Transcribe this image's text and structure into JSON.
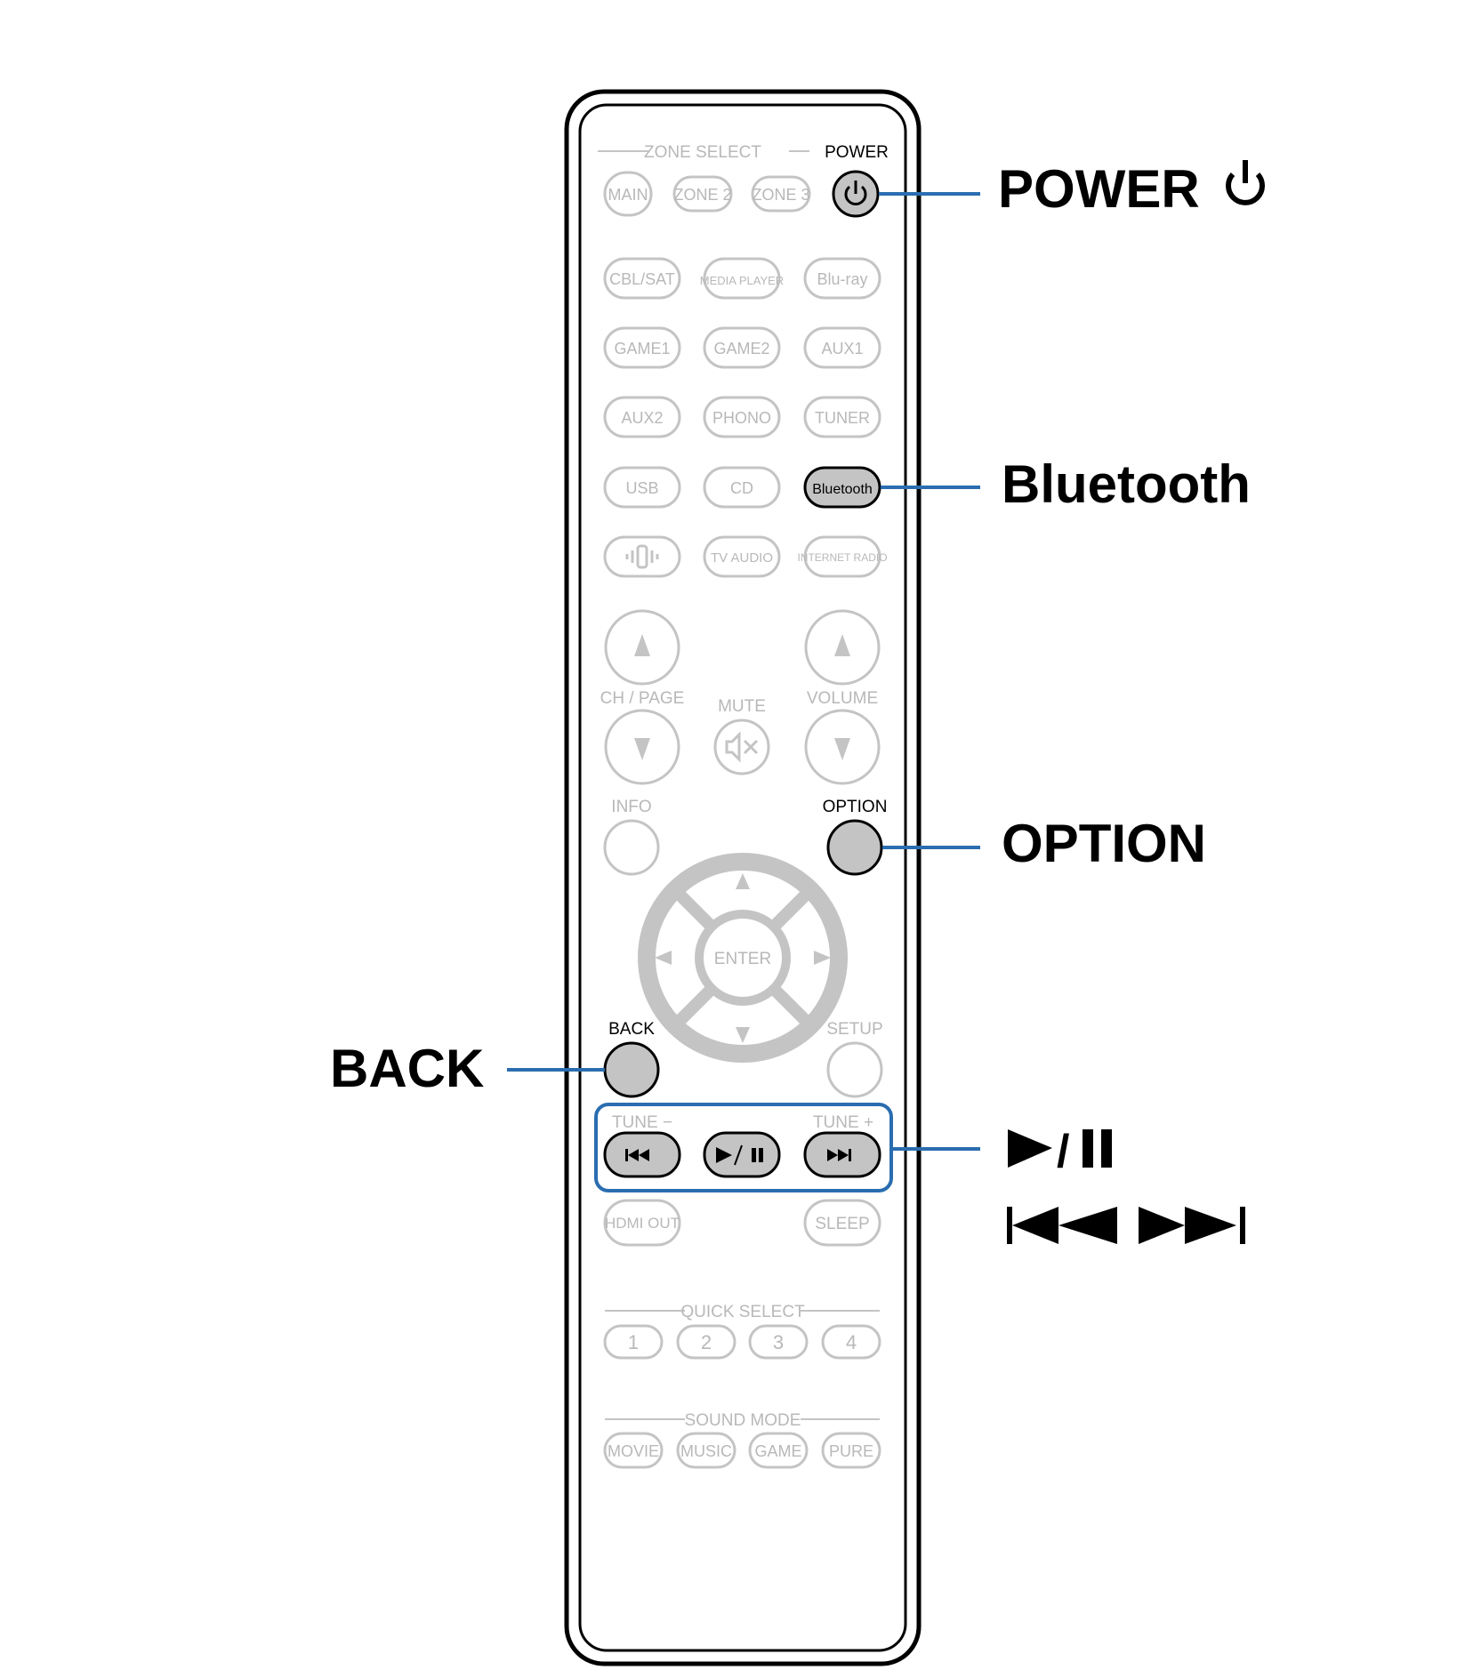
{
  "zone_select": {
    "title": "ZONE SELECT",
    "buttons": [
      "MAIN",
      "ZONE 2",
      "ZONE 3"
    ]
  },
  "power": {
    "label": "POWER"
  },
  "source_rows": [
    [
      "CBL/SAT",
      "MEDIA PLAYER",
      "Blu-ray"
    ],
    [
      "GAME1",
      "GAME2",
      "AUX1"
    ],
    [
      "AUX2",
      "PHONO",
      "TUNER"
    ],
    [
      "USB",
      "CD",
      "Bluetooth"
    ],
    [
      "",
      "TV AUDIO",
      "INTERNET RADIO"
    ]
  ],
  "volume_block": {
    "ch_page": "CH / PAGE",
    "mute": "MUTE",
    "volume": "VOLUME"
  },
  "nav": {
    "info": "INFO",
    "option": "OPTION",
    "enter": "ENTER",
    "back": "BACK",
    "setup": "SETUP"
  },
  "tune": {
    "minus": "TUNE −",
    "plus": "TUNE +"
  },
  "lower": {
    "hdmi_out": "HDMI OUT",
    "sleep": "SLEEP"
  },
  "quick_select": {
    "title": "QUICK SELECT",
    "buttons": [
      "1",
      "2",
      "3",
      "4"
    ]
  },
  "sound_mode": {
    "title": "SOUND MODE",
    "buttons": [
      "MOVIE",
      "MUSIC",
      "GAME",
      "PURE"
    ]
  },
  "callouts": {
    "power": "POWER",
    "bluetooth": "Bluetooth",
    "option": "OPTION",
    "back": "BACK",
    "play_pause": "/",
    "skip": ""
  },
  "colors": {
    "highlight_fill": "#c4c4c4",
    "inactive": "#c4c4c4",
    "leader": "#2a6db0"
  },
  "icons": [
    "power-icon",
    "speaker-icon",
    "mute-icon",
    "play-pause-icon",
    "skip-back-icon",
    "skip-forward-icon",
    "arrow-up-icon",
    "arrow-down-icon",
    "arrow-left-icon",
    "arrow-right-icon"
  ]
}
